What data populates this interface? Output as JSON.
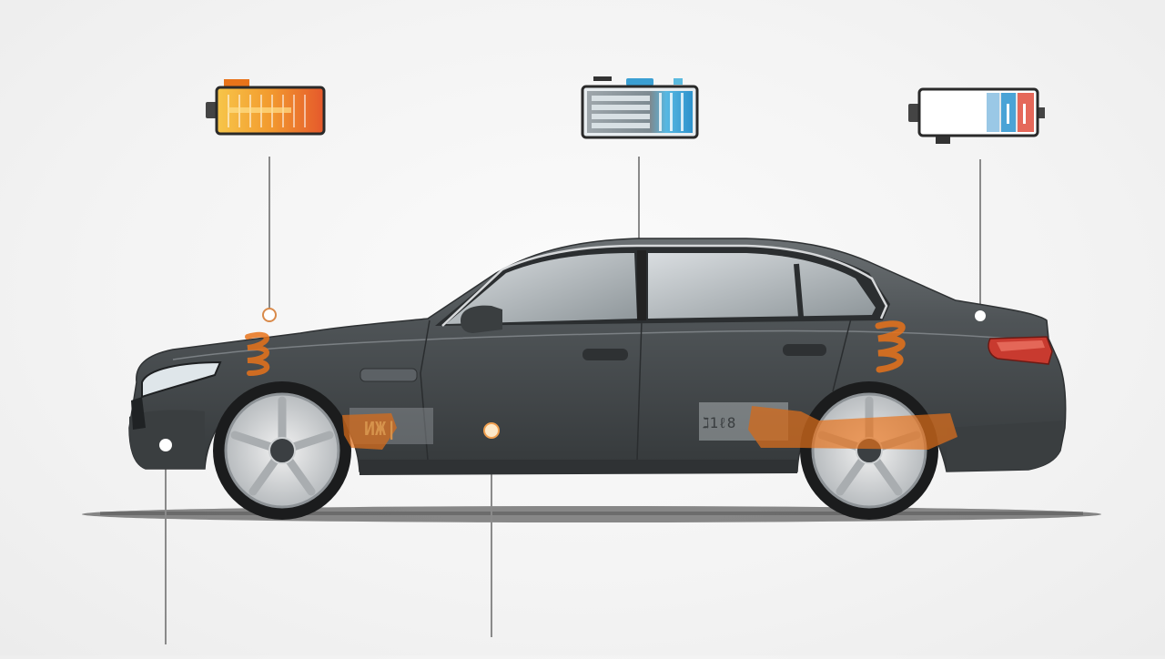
{
  "diagram": {
    "car_color": "#4a4e51",
    "component_color": "#e8731a",
    "leader_line_color": "#8a8a8a",
    "batteries": [
      {
        "name": "battery-amber-icon",
        "fill_colors": [
          "#f6b23a",
          "#f28c2a",
          "#e9662b"
        ],
        "charge": 1.0
      },
      {
        "name": "battery-blue-icon",
        "fill_colors": [
          "#9aa3a8",
          "#5bbbe0",
          "#3a9fd3"
        ],
        "charge": 1.0
      },
      {
        "name": "battery-low-icon",
        "fill_colors": [
          "#ffffff",
          "#4aa3d6",
          "#e45a4a"
        ],
        "charge": 0.35
      }
    ],
    "component_labels": {
      "mid_label": "ИЖ|",
      "rear_label": "ℷ1ℓ8"
    }
  }
}
